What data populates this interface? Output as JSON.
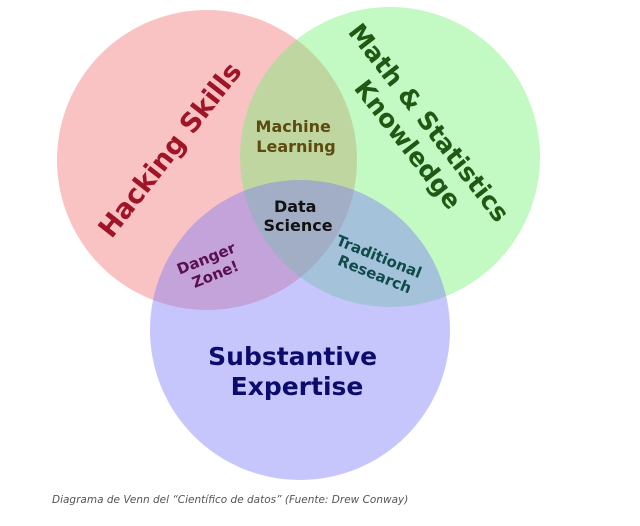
{
  "diagram": {
    "circles": [
      {
        "label_lines": [
          "Hacking Skills"
        ],
        "fill": "#f07070",
        "text_color": "#a01428"
      },
      {
        "label_lines": [
          "Math & Statistics",
          "Knowledge"
        ],
        "fill": "#70f070",
        "text_color": "#1e5a14"
      },
      {
        "label_lines": [
          "Substantive",
          "Expertise"
        ],
        "fill": "#7a78f8",
        "text_color": "#0c0c6c"
      }
    ],
    "overlaps": {
      "machine_learning": {
        "lines": [
          "Machine",
          "Learning"
        ],
        "text_color": "#5c4a10"
      },
      "danger_zone": {
        "lines": [
          "Danger",
          "Zone!"
        ],
        "text_color": "#5a1050"
      },
      "traditional_research": {
        "lines": [
          "Traditional",
          "Research"
        ],
        "text_color": "#104a4a"
      },
      "data_science": {
        "lines": [
          "Data",
          "Science"
        ],
        "text_color": "#111111"
      }
    }
  },
  "caption": "Diagrama de Venn del “Científico de datos” (Fuente: Drew Conway)"
}
